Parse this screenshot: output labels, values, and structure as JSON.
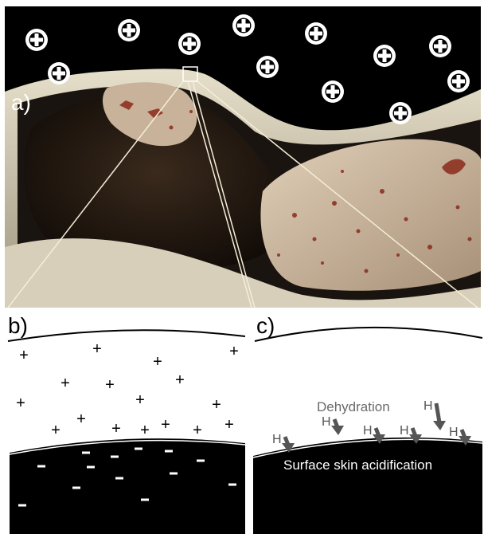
{
  "panels": {
    "a": {
      "label": "a)",
      "charge_symbol": "+"
    },
    "b": {
      "label": "b)",
      "positive_symbol": "+",
      "negative_symbol": "-"
    },
    "c": {
      "label": "c)",
      "dehydration_label": "Dehydration",
      "ion_symbol": "H",
      "surface_label": "Surface skin acidification"
    }
  },
  "colors": {
    "background": "#000000",
    "line": "#ffffff",
    "text_dark": "#000000",
    "arrow": "#555555",
    "label_gray": "#6a6a6a",
    "shroud": "#d9d2bd",
    "shroud_shadow": "#8a8270",
    "skin": "#cbb7a2",
    "blood": "#8b2a1a",
    "hair": "#241a12"
  }
}
